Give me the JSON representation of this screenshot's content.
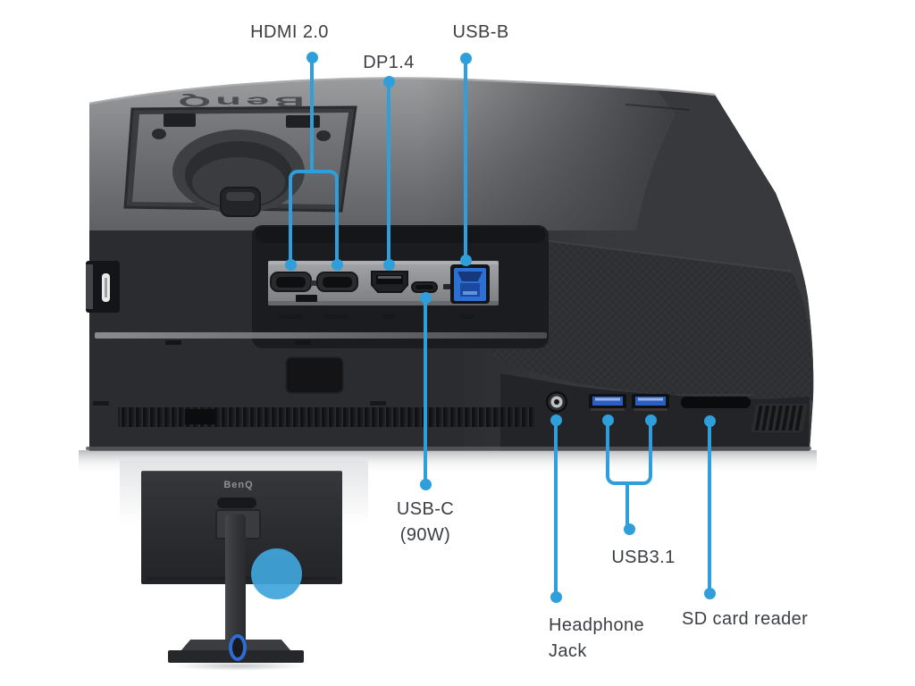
{
  "colors": {
    "accent": "#2F9FDB",
    "monitor_body": "#2B2C2F",
    "port_panel": "#8E9094",
    "usb_b_blue": "#2E6FD4",
    "highlight_circle": "#41A5DA"
  },
  "logos": {
    "embossed": "BenQ",
    "inset": "BenQ"
  },
  "callouts": {
    "hdmi": {
      "label": "HDMI 2.0"
    },
    "dp": {
      "label": "DP1.4"
    },
    "usb_b": {
      "label": "USB-B"
    },
    "usb_c": {
      "line1": "USB-C",
      "line2": "(90W)"
    },
    "usb31": {
      "label": "USB3.1"
    },
    "headphone": {
      "line1": "Headphone",
      "line2": "Jack"
    },
    "sd": {
      "label": "SD card reader"
    }
  },
  "port_icons": [
    "hdmi-port-1",
    "hdmi-port-2",
    "displayport-port",
    "usb-c-port",
    "usb-b-port",
    "headphone-jack-port",
    "usb-a-port-1",
    "usb-a-port-2",
    "sd-card-slot"
  ]
}
